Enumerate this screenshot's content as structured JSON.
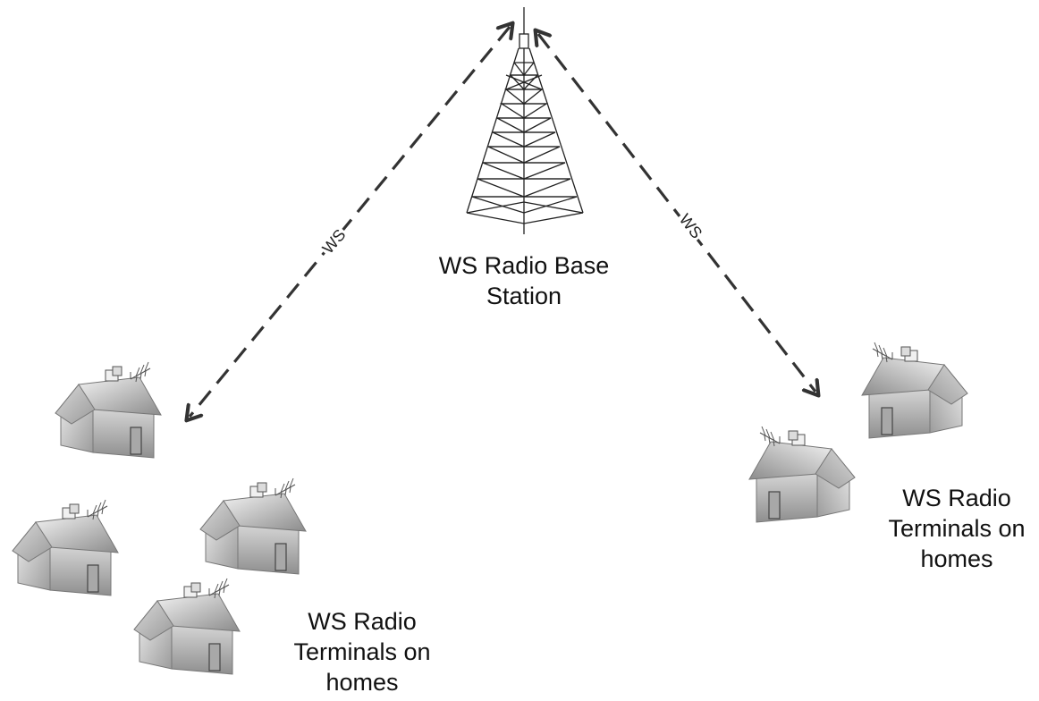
{
  "diagram": {
    "base_station": {
      "label_line1": "WS Radio Base",
      "label_line2": "Station"
    },
    "links": [
      {
        "label": "WS"
      },
      {
        "label": "WS"
      }
    ],
    "terminals_left": {
      "label_line1": "WS Radio",
      "label_line2": "Terminals on",
      "label_line3": "homes"
    },
    "terminals_right": {
      "label_line1": "WS Radio",
      "label_line2": "Terminals on",
      "label_line3": "homes"
    },
    "colors": {
      "link": "#333333",
      "tower": "#222222",
      "roof_light": "#e8e8e8",
      "roof_dark": "#8a8a8a",
      "wall_front": "#bdbdbd",
      "wall_side": "#9a9a9a"
    }
  }
}
